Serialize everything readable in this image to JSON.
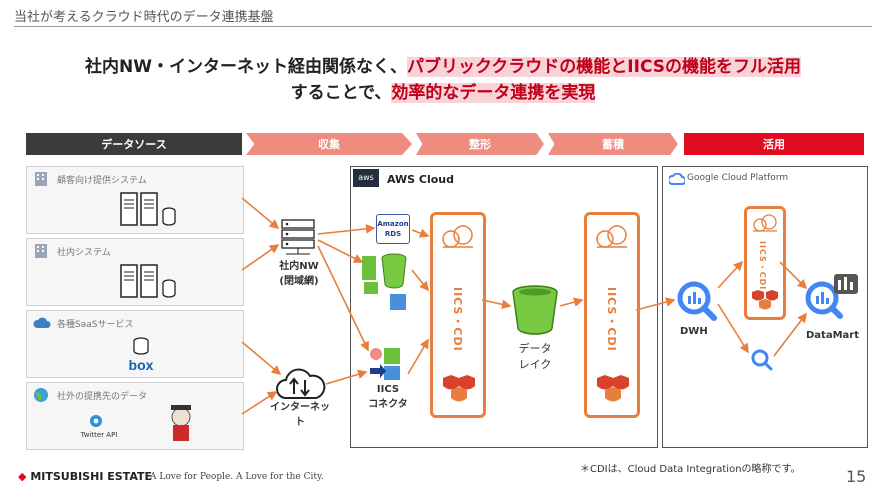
{
  "header": {
    "section_title": "当社が考えるクラウド時代のデータ連携基盤",
    "headline_line1_prefix": "社内NW・インターネット経由関係なく、",
    "headline_line1_emph": "パブリッククラウドの機能とIICSの機能をフル活用",
    "headline_line2_prefix": "することで、",
    "headline_line2_emph": "効率的なデータ連携を実現"
  },
  "stages": [
    "データソース",
    "収集",
    "整形",
    "蓄積",
    "活用"
  ],
  "sources": [
    {
      "label": "顧客向け提供システム",
      "icon": "building-icon"
    },
    {
      "label": "社内システム",
      "icon": "building-icon"
    },
    {
      "label": "各種SaaSサービス",
      "icon": "cloud-icon",
      "logo": "box"
    },
    {
      "label": "社外の提携先のデータ",
      "icon": "globe-icon",
      "sub": "Twitter API"
    }
  ],
  "network": {
    "internal_line1": "社内NW",
    "internal_line2": "(閉域網)",
    "internet_line1": "インターネッ",
    "internet_line2": "ト"
  },
  "aws": {
    "title": "AWS Cloud",
    "logo": "aws",
    "rds_line1": "Amazon",
    "rds_line2": "RDS",
    "iics_label": "IICS・CDI",
    "lake_line1": "データ",
    "lake_line2": "レイク",
    "connector_line1": "IICS",
    "connector_line2": "コネクタ"
  },
  "gcp": {
    "title": "Google Cloud Platform",
    "iics_label": "IICS・CDI",
    "dwh": "DWH",
    "datamart": "DataMart"
  },
  "footer": {
    "company": "MITSUBISHI ESTATE",
    "tagline": "A Love for People. A Love for the City.",
    "note": "＊CDIは、Cloud Data Integrationの略称です。",
    "page": "15"
  },
  "colors": {
    "accent": "#e87e3c",
    "red": "#e00c1f",
    "stage_light": "#ee8c80",
    "dark": "#3b3b3b"
  }
}
